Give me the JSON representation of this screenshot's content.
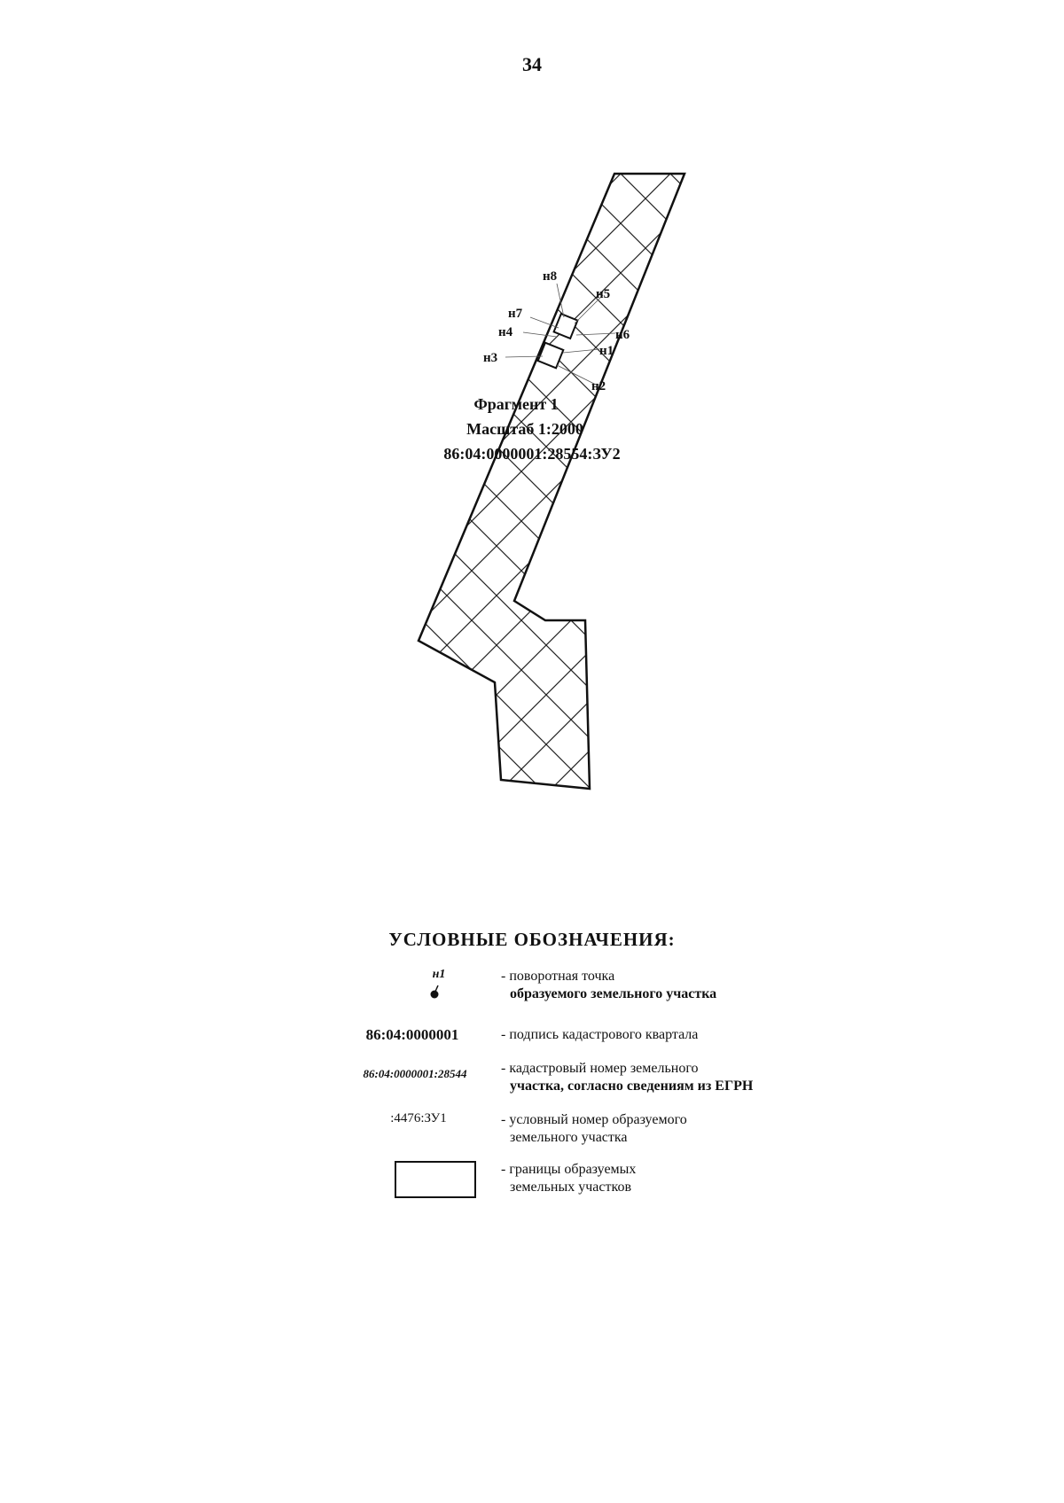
{
  "page_number": "34",
  "map": {
    "fragment_title": "Фрагмент 1",
    "scale": "Масштаб 1:2000",
    "parcel_id": "86:04:0000001:28554:ЗУ2",
    "points": [
      "н1",
      "н2",
      "н3",
      "н4",
      "н5",
      "н6",
      "н7",
      "н8"
    ]
  },
  "legend": {
    "title": "УСЛОВНЫЕ ОБОЗНАЧЕНИЯ:",
    "items": [
      {
        "symbol": "н1",
        "line1": "- поворотная точка",
        "line2": "образуемого земельного участка"
      },
      {
        "symbol": "86:04:0000001",
        "line1": "- подпись кадастрового квартала",
        "line2": ""
      },
      {
        "symbol": "86:04:0000001:28544",
        "line1": "- кадастровый номер земельного",
        "line2": "участка, согласно сведениям из ЕГРН"
      },
      {
        "symbol": ":4476:ЗУ1",
        "line1": "- условный номер образуемого",
        "line2": "земельного участка"
      },
      {
        "symbol": "",
        "line1": "- границы образуемых",
        "line2": "земельных участков"
      }
    ]
  }
}
